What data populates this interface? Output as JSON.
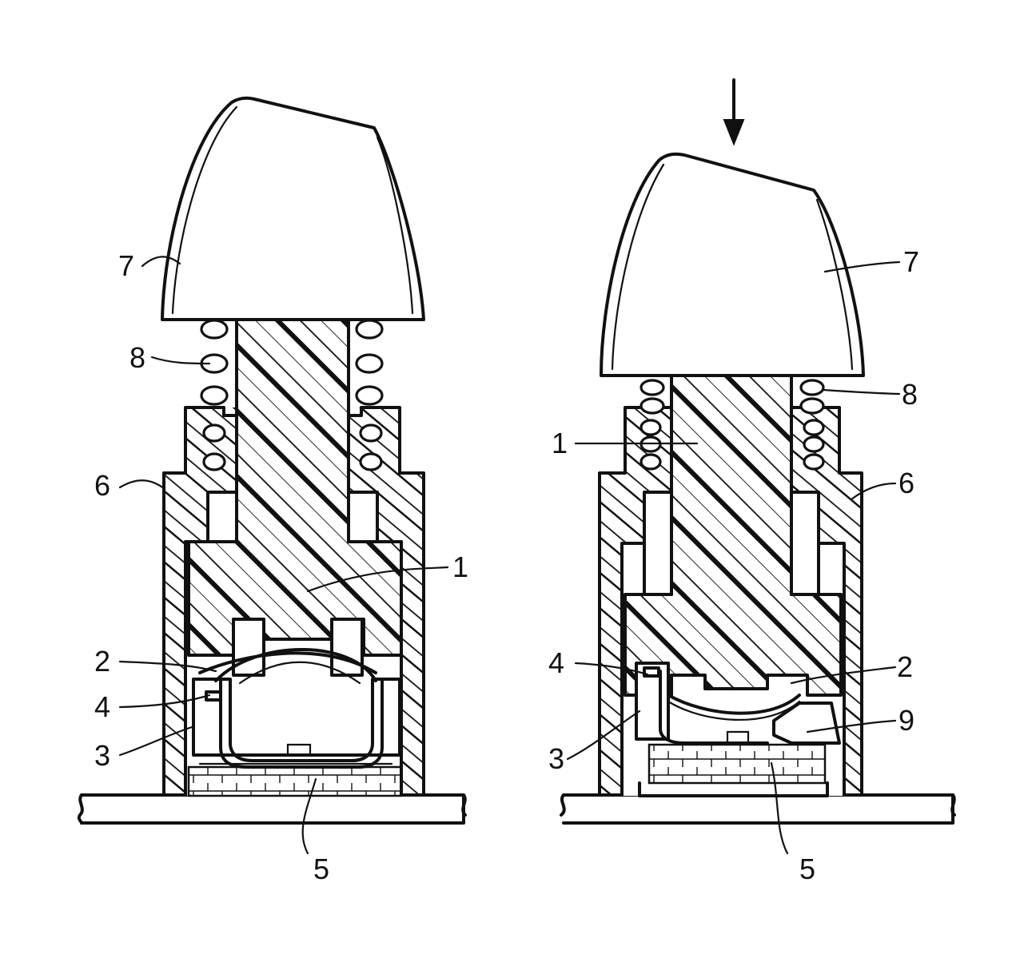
{
  "figure": {
    "left_view_labels": {
      "cap": "7",
      "spring": "8",
      "housing": "6",
      "plunger": "1",
      "contact_spring": "2",
      "tab": "4",
      "contact_plate": "3",
      "base_contact": "5"
    },
    "right_view_labels": {
      "cap": "7",
      "spring": "8",
      "plunger": "1",
      "housing": "6",
      "tab": "4",
      "contact_spring": "2",
      "contact_plate": "3",
      "stop": "9",
      "base_contact": "5"
    },
    "icons": [
      "press-arrow-icon"
    ]
  }
}
